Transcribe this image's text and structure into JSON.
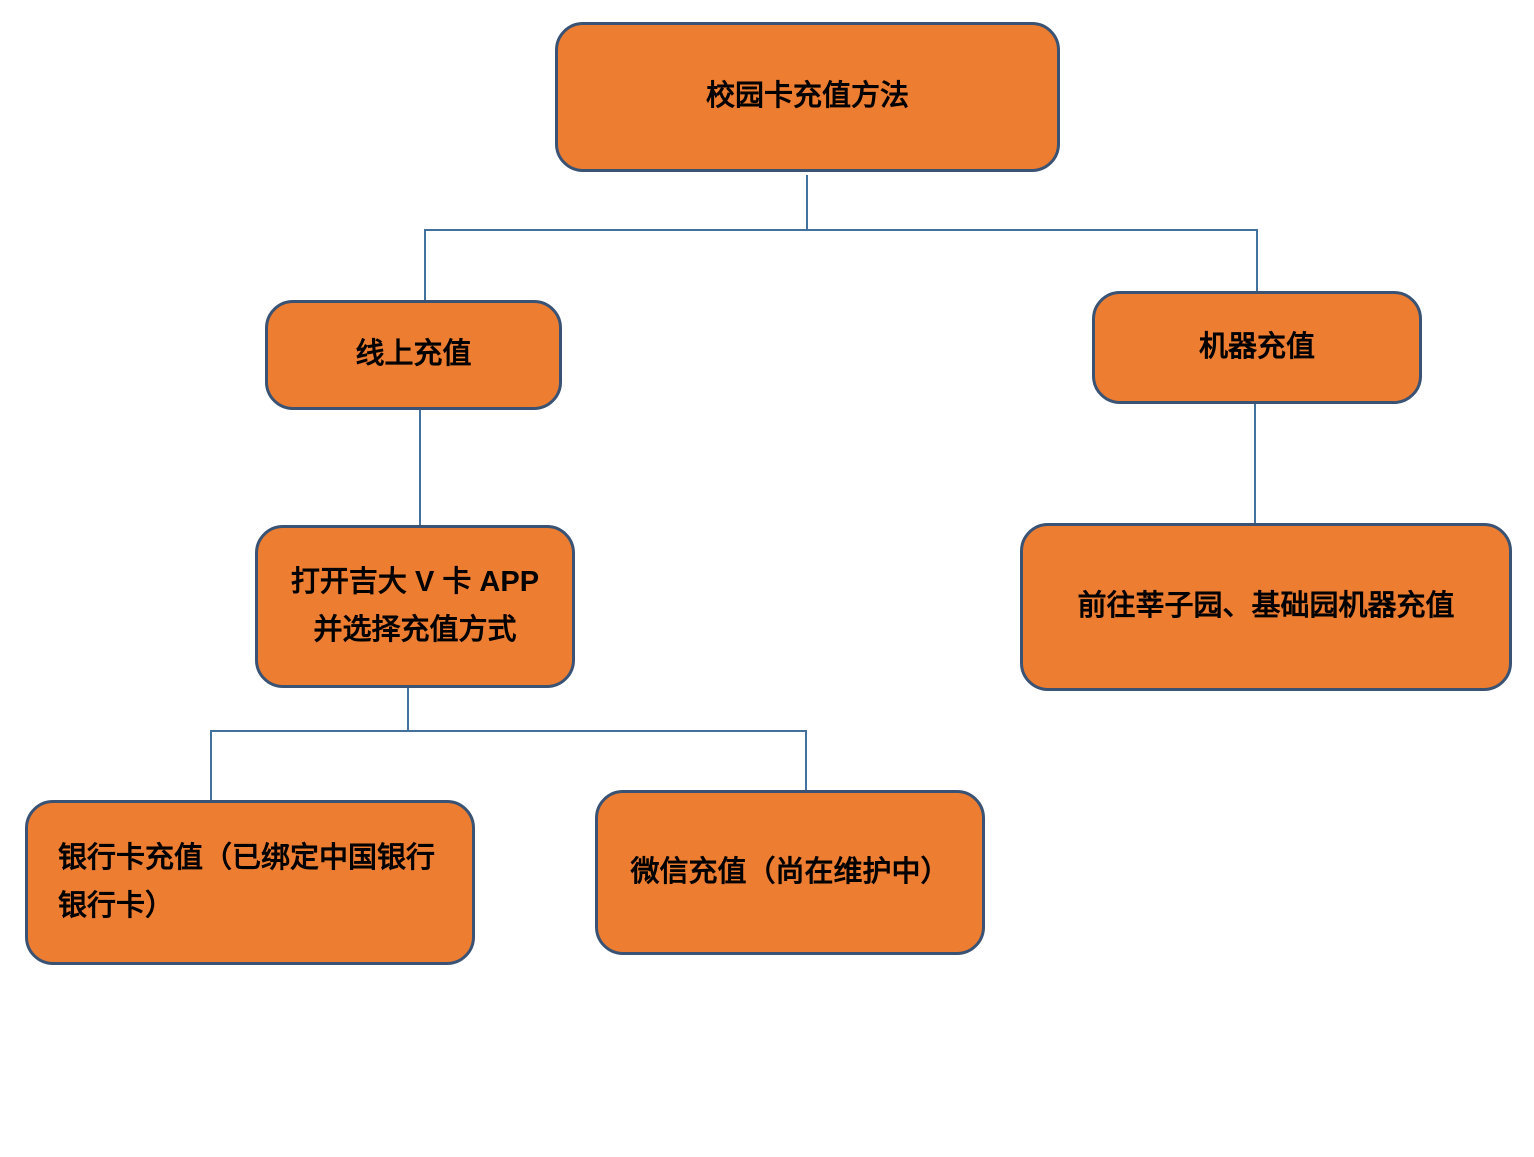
{
  "diagram": {
    "colors": {
      "node_fill": "#ED7D31",
      "node_border": "#3A5374",
      "connector": "#41719C",
      "background": "#FFFFFF",
      "text": "#000000"
    },
    "nodes": {
      "root": {
        "label": "校园卡充值方法"
      },
      "online": {
        "label": "线上充值"
      },
      "machine": {
        "label": "机器充值"
      },
      "app": {
        "lines": [
          "打开吉大 V 卡 APP",
          "并选择充值方式"
        ]
      },
      "machine_location": {
        "label": "前往莘子园、基础园机器充值"
      },
      "bank": {
        "lines": [
          "银行卡充值（已绑定中国银行",
          "银行卡）"
        ]
      },
      "wechat": {
        "label": "微信充值（尚在维护中）"
      }
    }
  }
}
